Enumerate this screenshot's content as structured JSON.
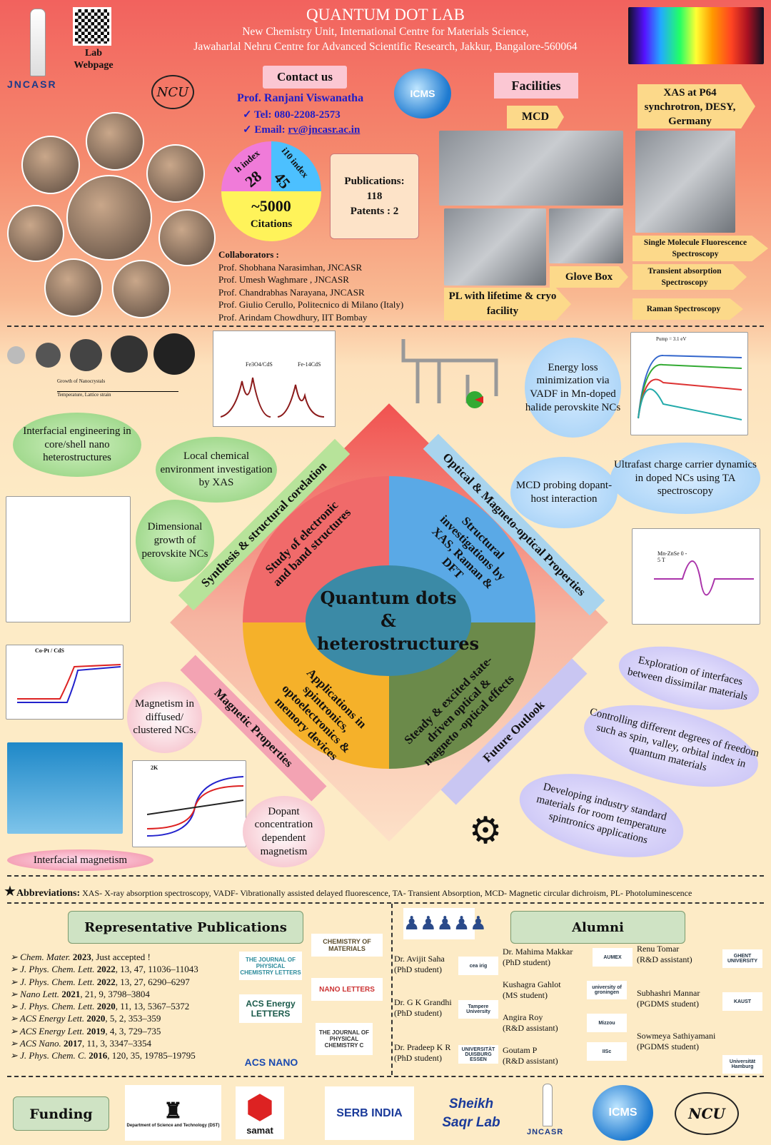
{
  "header": {
    "title": "QUANTUM DOT LAB",
    "subtitle1": "New Chemistry Unit, International Centre for Materials Science,",
    "subtitle2": "Jawaharlal Nehru Centre for Advanced Scientific Research, Jakkur, Bangalore-560064",
    "jncasr": "JNCASR",
    "lab_webpage": "Lab Webpage"
  },
  "contact": {
    "label": "Contact us",
    "name": "Prof. Ranjani Viswanatha",
    "tel": "✓ Tel: 080-2208-2573",
    "email_prefix": "✓ Email: ",
    "email": "rv@jncasr.ac.in"
  },
  "metrics": {
    "h_label": "h index",
    "h": "28",
    "i10_label": "i10 index",
    "i10": "45",
    "citations": "~5000",
    "citations_label": "Citations",
    "publications": "Publications:",
    "pub_count": "118",
    "patents": "Patents : 2"
  },
  "collaborators": {
    "title": "Collaborators :",
    "items": [
      "Prof. Shobhana Narasimhan, JNCASR",
      "Prof. Umesh Waghmare , JNCASR",
      "Prof. Chandrabhas Narayana, JNCASR",
      "Prof. Giulio Cerullo, Politecnico di Milano (Italy)",
      "Prof. Arindam Chowdhury, IIT Bombay"
    ]
  },
  "facilities": {
    "title": "Facilities",
    "mcd": "MCD",
    "xas": "XAS at P64 synchrotron, DESY, Germany",
    "glove": "Glove Box",
    "pl": "PL with lifetime & cryo facility",
    "smf": "Single Molecule Fluorescence Spectroscopy",
    "ta": "Transient absorption Spectroscopy",
    "raman": "Raman Spectroscopy"
  },
  "research": {
    "center": "Quantum dots & heterostructures",
    "q_top_left": "Study of electronic and band structures",
    "q_top_right": "Structural investigations by XAS, Raman & DFT",
    "q_bottom_left": "Applications in spintronics, optoelectronics & memory devices",
    "q_bottom_right": "Steady & excited state-driven optical & magneto -optical effects",
    "side_tl": "Synthesis & structural corelation",
    "side_tr": "Optical & Magneto-optical Properties",
    "side_bl": "Magnetic Properties",
    "side_br": "Future Outlook",
    "clouds": [
      "Interfacial engineering in core/shell nano heterostructures",
      "Local chemical environment investigation by XAS",
      "Dimensional growth of perovskite NCs",
      "Energy loss minimization via VADF in Mn-doped halide perovskite NCs",
      "MCD probing dopant-host interaction",
      "Ultrafast charge carrier dynamics in doped NCs using TA spectroscopy",
      "Magnetism in diffused/ clustered NCs.",
      "Interfacial magnetism",
      "Dopant concentration dependent magnetism",
      "Exploration of interfaces between dissimilar materials",
      "Controlling different degrees of freedom such as spin, valley, orbital index in quantum materials",
      "Developing industry standard materials for room temperature spintronics applications"
    ],
    "fig_labels": {
      "growth": "Growth of Nanocrystals",
      "temp": "Temperature, Lattice strain",
      "xas1": "Fe3O4/CdS",
      "xas2": "Fe-14CdS",
      "ta_pump": "Pump = 3.1 eV",
      "co_pt": "Co-Pt / CdS",
      "mcd": "Mn-ZnSe 0 - 5 T",
      "mag_2k": "2K"
    }
  },
  "abbreviations": {
    "label": "Abbreviations:",
    "text": "XAS- X-ray absorption  spectroscopy, VADF- Vibrationally assisted delayed fluorescence, TA- Transient Absorption, MCD- Magnetic circular dichroism, PL- Photoluminescence"
  },
  "publications": {
    "title": "Representative Publications",
    "items": [
      {
        "j": "Chem. Mater.",
        "y": "2023",
        "r": ",  Just accepted !"
      },
      {
        "j": "J. Phys. Chem. Lett.",
        "y": "2022",
        "r": ", 13, 47, 11036–11043"
      },
      {
        "j": "J. Phys. Chem. Lett.",
        "y": "2022",
        "r": ", 13, 27, 6290–6297"
      },
      {
        "j": "Nano Lett.",
        "y": "2021",
        "r": ", 21, 9, 3798–3804"
      },
      {
        "j": "J. Phys. Chem. Lett.",
        "y": "2020",
        "r": ", 11, 13, 5367–5372"
      },
      {
        "j": "ACS Energy Lett.",
        "y": "2020",
        "r": ", 5, 2, 353–359"
      },
      {
        "j": "ACS Energy Lett.",
        "y": "2019",
        "r": ", 4, 3, 729–735"
      },
      {
        "j": "ACS Nano.",
        "y": "2017",
        "r": ", 11, 3, 3347–3354"
      },
      {
        "j": "J. Phys. Chem. C.",
        "y": "2016",
        "r": ", 120, 35, 19785–19795"
      }
    ],
    "logos": [
      "CHEMISTRY OF MATERIALS",
      "THE JOURNAL OF PHYSICAL CHEMISTRY LETTERS",
      "NANO LETTERS",
      "ACS Energy LETTERS",
      "THE JOURNAL OF PHYSICAL CHEMISTRY C",
      "ACS NANO"
    ]
  },
  "alumni": {
    "title": "Alumni",
    "items": [
      {
        "n": "Dr. Avijit Saha",
        "r": "(PhD student)",
        "logo": "cea irig"
      },
      {
        "n": "Dr. G K Grandhi",
        "r": "(PhD student)",
        "logo": "Tampere University"
      },
      {
        "n": "Dr. Pradeep K R",
        "r": "(PhD student)",
        "logo": "UNIVERSITÄT DUISBURG ESSEN"
      },
      {
        "n": "Dr. Mahima Makkar",
        "r": "(PhD student)",
        "logo": "AUMEX"
      },
      {
        "n": "Kushagra Gahlot",
        "r": "(MS  student)",
        "logo": "university of groningen"
      },
      {
        "n": "Angira Roy",
        "r": "(R&D assistant)",
        "logo": "Mizzou"
      },
      {
        "n": "Goutam P",
        "r": "(R&D assistant)",
        "logo": "IISc"
      },
      {
        "n": "Renu Tomar",
        "r": "(R&D assistant)",
        "logo": "GHENT UNIVERSITY"
      },
      {
        "n": "Subhashri Mannar",
        "r": "(PGDMS student)",
        "logo": "KAUST"
      },
      {
        "n": "Sowmeya Sathiyamani",
        "r": "(PGDMS student)",
        "logo": "Universität Hamburg"
      }
    ]
  },
  "funding": {
    "label": "Funding",
    "dst": "Department of Science and Technology (DST)",
    "samat": "samat",
    "serb": "SERB INDIA",
    "sheikh": "Sheikh Saqr Lab",
    "jncasr": "JNCASR",
    "icms": "ICMS",
    "ncu": "NCU"
  }
}
